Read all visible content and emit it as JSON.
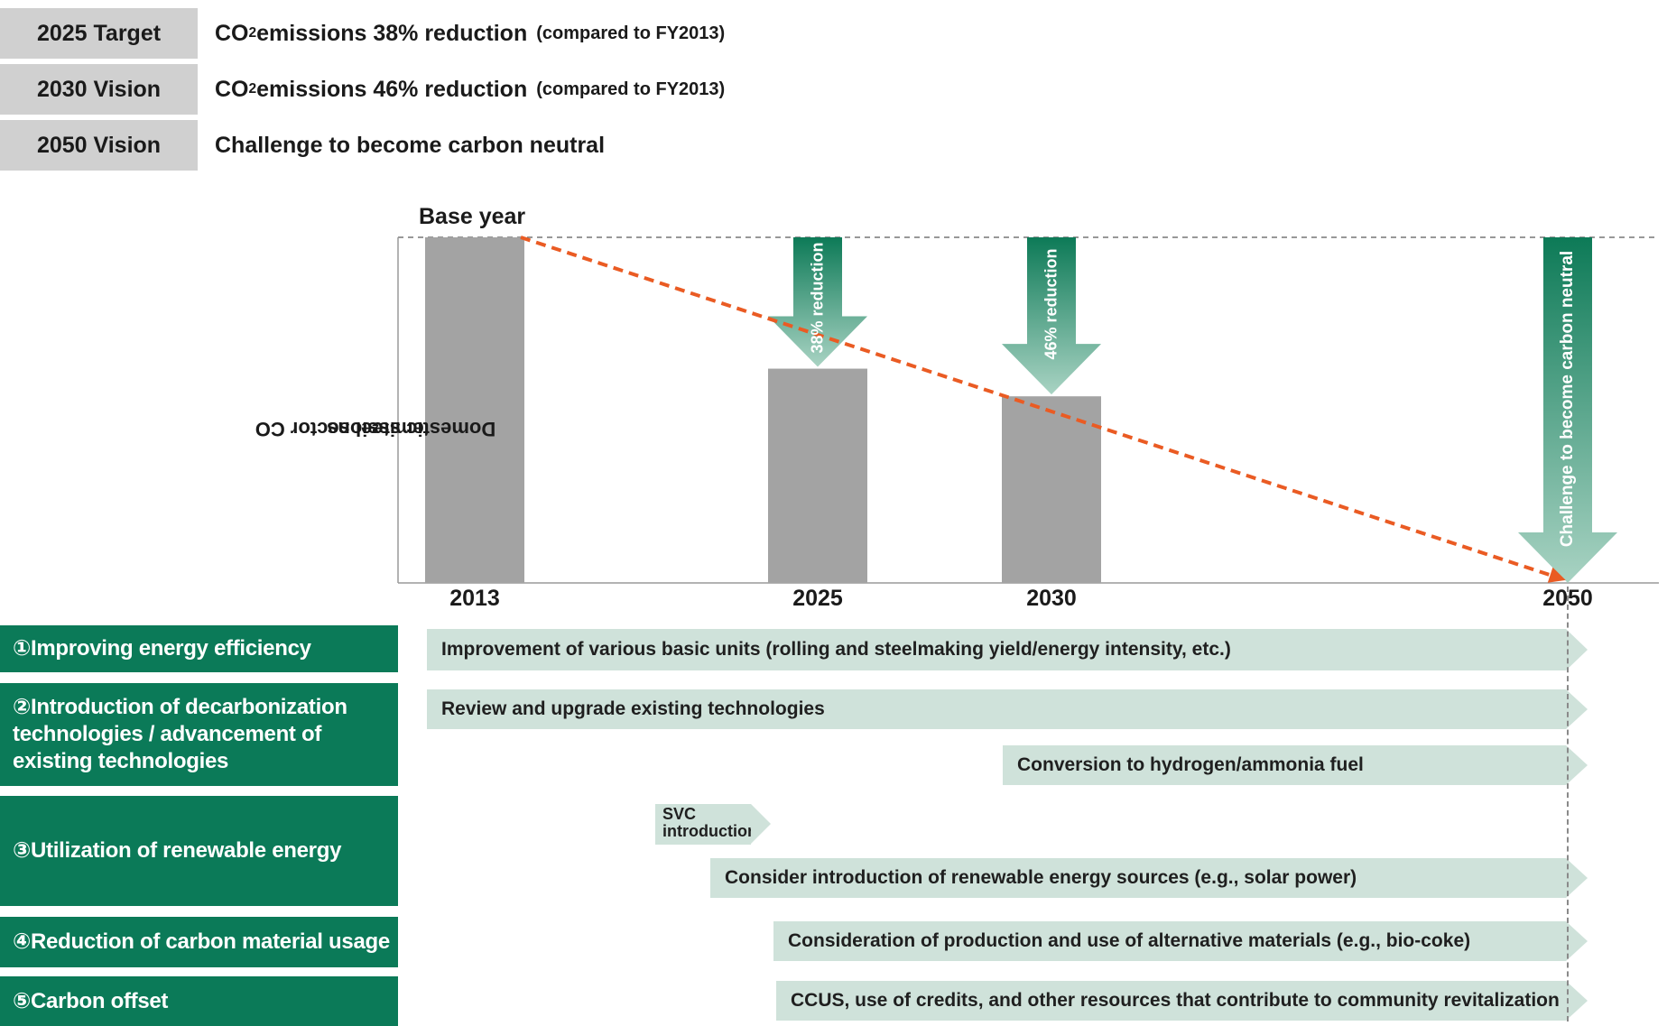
{
  "targets": [
    {
      "label": "2025 Target",
      "text_pre": "CO",
      "text_sub": "2",
      "text_post": " emissions 38% reduction",
      "note": "(compared to FY2013)"
    },
    {
      "label": "2030 Vision",
      "text_pre": "CO",
      "text_sub": "2",
      "text_post": " emissions 46% reduction",
      "note": "(compared to FY2013)"
    },
    {
      "label": "2050 Vision",
      "text_pre": "Challenge to become carbon neutral",
      "text_sub": "",
      "text_post": "",
      "note": ""
    }
  ],
  "chart_data": {
    "type": "bar",
    "annotation_base": "Base year",
    "ylabel_pre": "Domestic steel sector CO",
    "ylabel_sub": "2",
    "ylabel_post": " emissions",
    "categories": [
      "2013",
      "2025",
      "2030",
      "2050"
    ],
    "values": [
      100,
      62,
      54,
      0
    ],
    "ylim": [
      0,
      100
    ],
    "bar_color": "#a3a3a3",
    "trend_line_color": "#ea5b23",
    "arrows": [
      {
        "year": "2025",
        "label": "38% reduction"
      },
      {
        "year": "2030",
        "label": "46% reduction"
      },
      {
        "year": "2050",
        "label": "Challenge to become carbon neutral"
      }
    ]
  },
  "measures": [
    {
      "label": "①Improving energy efficiency",
      "items": [
        "Improvement of various basic units (rolling and steelmaking yield/energy intensity, etc.)"
      ]
    },
    {
      "label": "②Introduction of decarbonization technologies / advancement of existing technologies",
      "items": [
        "Review and upgrade existing technologies",
        "Conversion to hydrogen/ammonia fuel"
      ]
    },
    {
      "label": "③Utilization of renewable energy",
      "items": [
        "SVC introduction",
        "Consider introduction of renewable energy sources (e.g., solar power)"
      ]
    },
    {
      "label": "④Reduction of carbon material usage",
      "items": [
        "Consideration of production and use of alternative materials (e.g., bio-coke)"
      ]
    },
    {
      "label": "⑤Carbon offset",
      "items": [
        "CCUS, use of credits, and other resources that contribute to community revitalization"
      ]
    }
  ],
  "colors": {
    "green": "#0b7a58",
    "light_green": "#cfe2da",
    "gray_label": "#d0d0d0"
  }
}
